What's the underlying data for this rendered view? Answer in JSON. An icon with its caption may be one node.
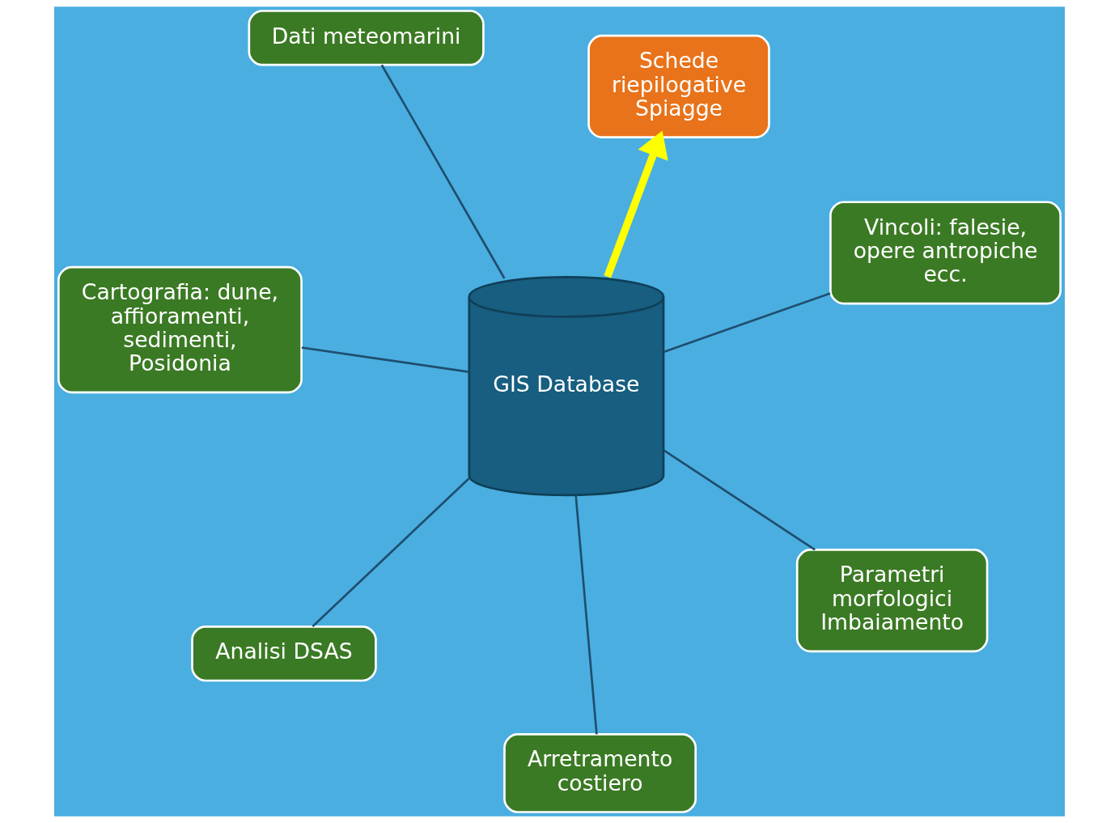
{
  "diagram": {
    "nodes": [
      {
        "text": [
          "Cartografia: dune, affioramenti, sedimenti, Posidonia"
        ]
      },
      {
        "text": [
          "Vincoli: falesie, opere antropiche ecc."
        ]
      },
      {
        "text": [
          "Arretramento costiero"
        ]
      },
      {
        "text": [
          "GIS Database"
        ]
      },
      {
        "text": [
          "Schede riepilogative Spiagge"
        ]
      },
      {
        "text": [
          "Dati meteomarini"
        ]
      },
      {
        "text": [
          "Analisi DSAS"
        ]
      },
      {
        "text": [
          "Parametri morfologici Imbaiamento"
        ]
      }
    ],
    "edges": [
      {
        "from": 0,
        "to": 3,
        "arrow": "none"
      },
      {
        "from": 1,
        "to": 3,
        "arrow": "none"
      },
      {
        "from": 2,
        "to": 3,
        "arrow": "none"
      },
      {
        "from": 5,
        "to": 3,
        "arrow": "none"
      },
      {
        "from": 6,
        "to": 3,
        "arrow": "none"
      },
      {
        "from": 7,
        "to": 3,
        "arrow": "none"
      },
      {
        "from": 3,
        "to": 4,
        "arrow": "to",
        "style": "thick",
        "color": "#ffff00"
      }
    ]
  }
}
